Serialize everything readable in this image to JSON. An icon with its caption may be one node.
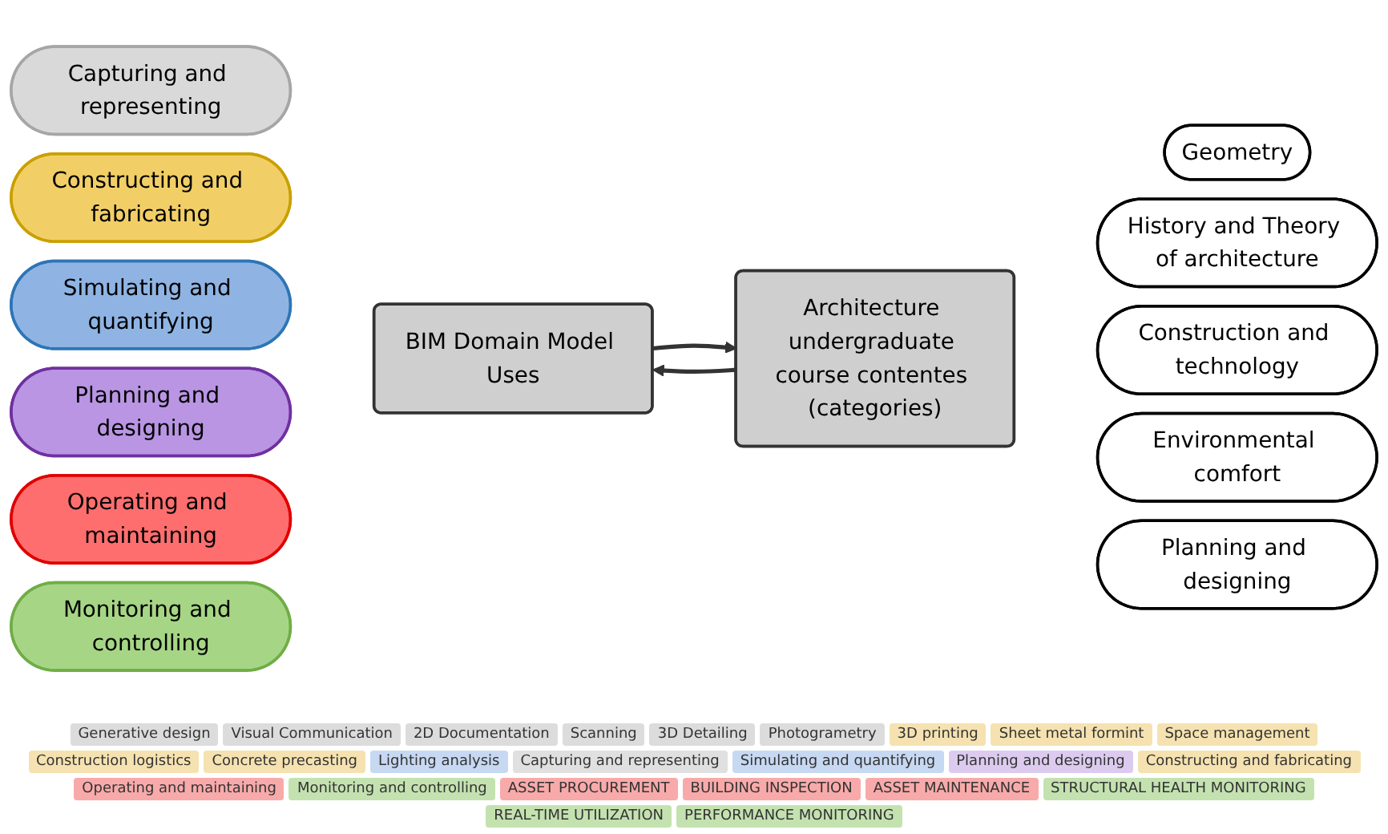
{
  "diagram": {
    "nodes": [
      {
        "text": [
          "Capturing and representing"
        ]
      },
      {
        "text": [
          "Constructing and fabricating"
        ]
      },
      {
        "text": [
          "Simulating and quantifying"
        ]
      },
      {
        "text": [
          "Planning and designing"
        ]
      },
      {
        "text": [
          "Operating and maintaining"
        ]
      },
      {
        "text": [
          "Monitoring and controlling"
        ]
      },
      {
        "text": [
          "BIM Domain Model Uses"
        ]
      },
      {
        "text": [
          "Architecture undergraduate course contentes (categories)"
        ]
      },
      {
        "text": [
          "Geometry"
        ]
      },
      {
        "text": [
          "History and Theory of architecture"
        ]
      },
      {
        "text": [
          "Construction and technology"
        ]
      },
      {
        "text": [
          "Environmental comfort"
        ]
      },
      {
        "text": [
          "Planning and designing"
        ]
      }
    ],
    "edges": [
      {
        "from": 6,
        "to": 7,
        "arrow": "to"
      },
      {
        "from": 7,
        "to": 6,
        "arrow": "to"
      }
    ],
    "labels": [
      "Generative design",
      "Visual Communication",
      "2D Documentation",
      "Scanning",
      "3D Detailing",
      "Photogrametry",
      "3D printing",
      "Sheet metal formint",
      "Space management",
      "Construction logistics",
      "Concrete precasting",
      "Lighting analysis",
      "Capturing and representing",
      "Simulating and quantifying",
      "Planning and designing",
      "Constructing and fabricating",
      "Operating and maintaining",
      "Monitoring and controlling",
      "ASSET PROCUREMENT",
      "BUILDING INSPECTION",
      "ASSET MAINTENANCE",
      "STRUCTURAL HEALTH MONITORING",
      "REAL-TIME UTILIZATION",
      "PERFORMANCE MONITORING"
    ]
  }
}
